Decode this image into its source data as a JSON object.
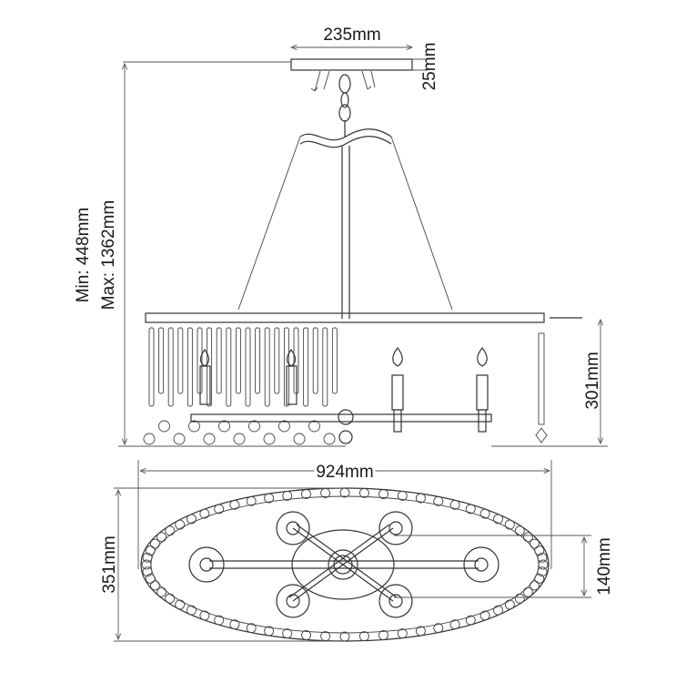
{
  "dimensions": {
    "canopy_width": "235mm",
    "canopy_height": "25mm",
    "height_min": "Min: 448mm",
    "height_max": "Max: 1362mm",
    "body_height": "301mm",
    "overall_width": "924mm",
    "overall_depth": "351mm",
    "inner_depth": "140mm"
  },
  "colors": {
    "line": "#333333",
    "text": "#1a1a1a",
    "background": "#ffffff"
  }
}
